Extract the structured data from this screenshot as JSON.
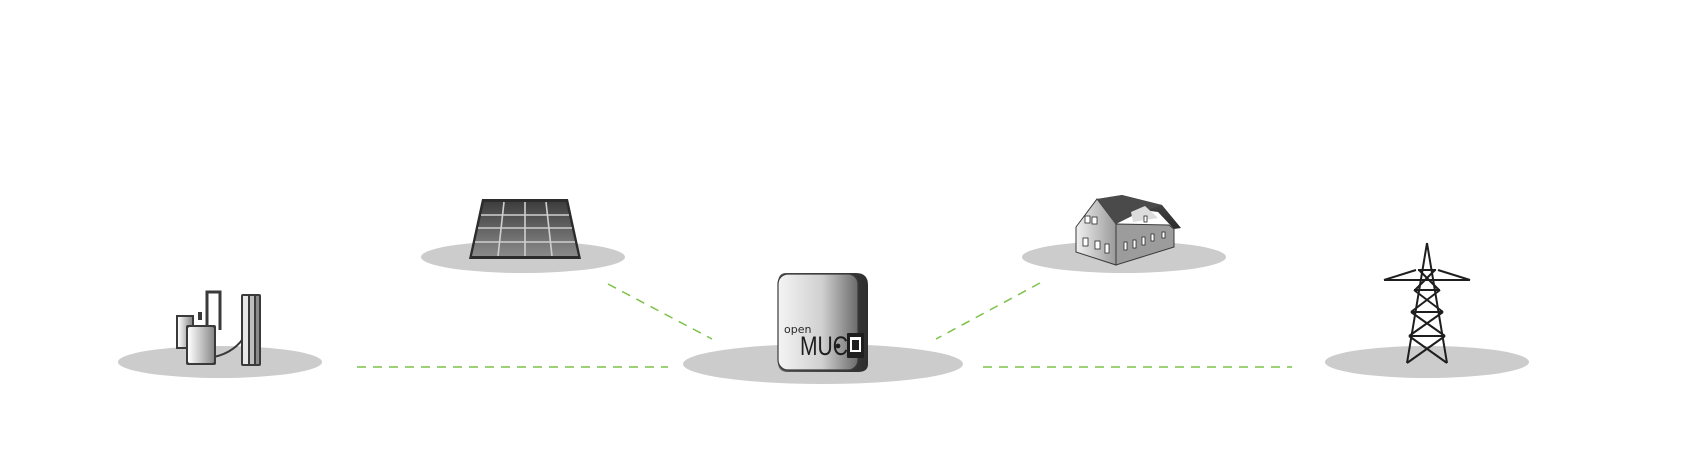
{
  "diagram": {
    "nodes": [
      {
        "id": "power-plant",
        "icon": "power-plant-icon"
      },
      {
        "id": "solar-panel",
        "icon": "solar-panel-icon"
      },
      {
        "id": "openmuc-gateway",
        "icon": "openmuc-box-icon"
      },
      {
        "id": "house",
        "icon": "house-icon"
      },
      {
        "id": "power-tower",
        "icon": "transmission-tower-icon"
      }
    ],
    "edges": [
      {
        "from": "power-plant",
        "to": "openmuc-gateway",
        "style": "dashed"
      },
      {
        "from": "solar-panel",
        "to": "openmuc-gateway",
        "style": "dashed"
      },
      {
        "from": "house",
        "to": "openmuc-gateway",
        "style": "dashed"
      },
      {
        "from": "power-tower",
        "to": "openmuc-gateway",
        "style": "dashed"
      }
    ],
    "gateway_label": {
      "prefix": "open",
      "main": "MUC"
    },
    "colors": {
      "connection": "#7cc24a",
      "shadow": "#cccccc",
      "icon_dark": "#3a3a3a",
      "icon_light": "#f2f2f2"
    }
  }
}
